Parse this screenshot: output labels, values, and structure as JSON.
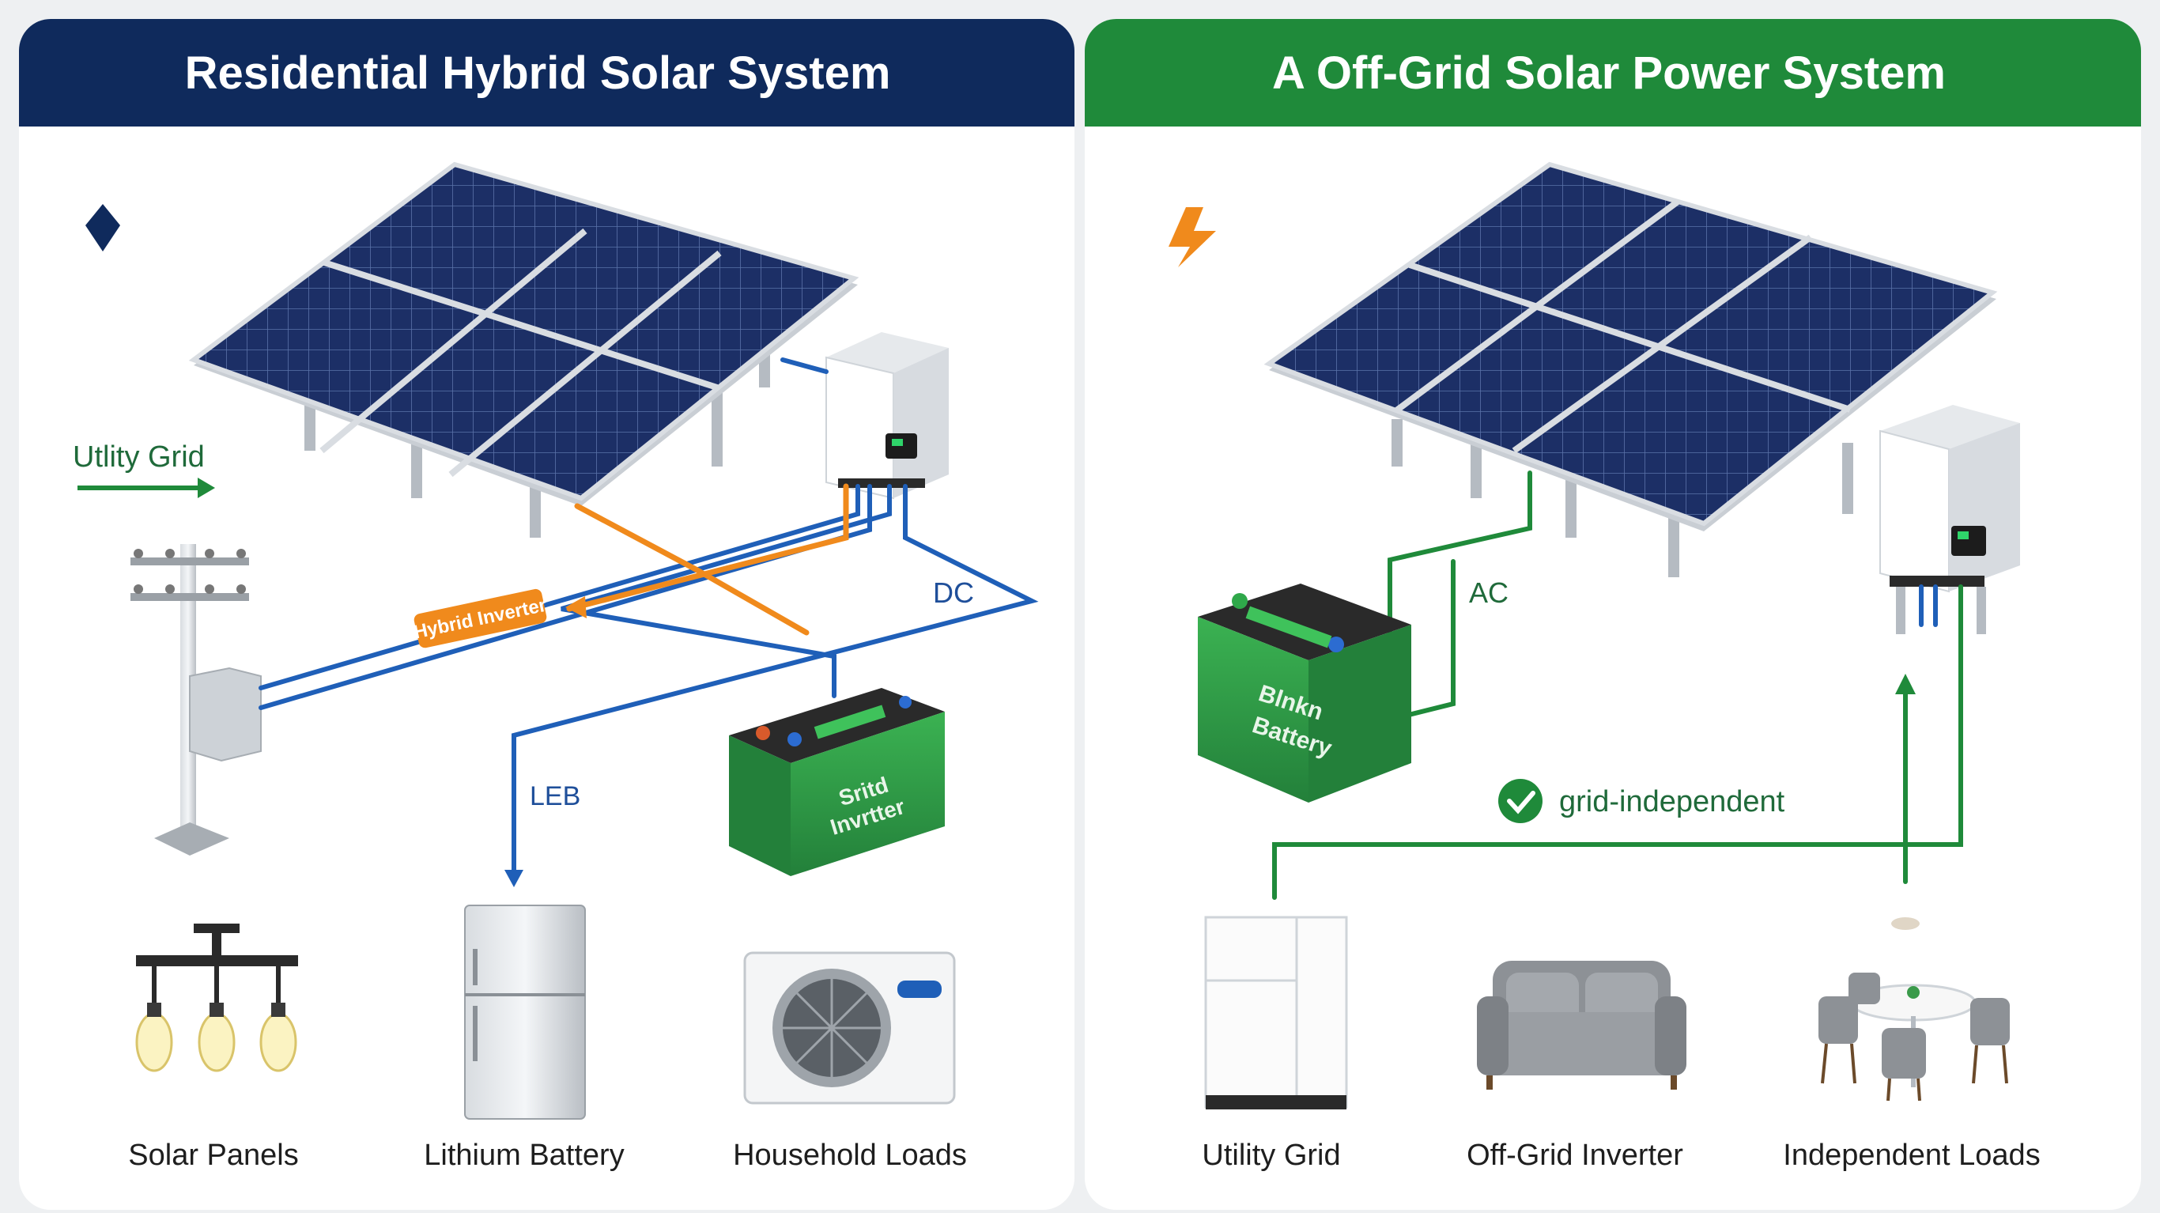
{
  "left_panel": {
    "title": "Residential Hybrid Solar System",
    "header_color": "#0f2a5c",
    "labels": {
      "utility_grid": "Utlity Grid",
      "hybrid_inverter": "Hybrid Inverter",
      "dc": "DC",
      "leb": "LEB",
      "battery_text_1": "Sritd",
      "battery_text_2": "Invrtter"
    },
    "items": [
      {
        "label": "Solar Panels",
        "icon": "pendant-lights"
      },
      {
        "label": "Lithium Battery",
        "icon": "refrigerator"
      },
      {
        "label": "Household Loads",
        "icon": "air-conditioner"
      }
    ]
  },
  "right_panel": {
    "title": "A Off-Grid Solar Power System",
    "header_color": "#1f8a3a",
    "labels": {
      "ac": "AC",
      "grid_independent": "grid-independent",
      "battery_text_1": "Blnkn",
      "battery_text_2": "Battery"
    },
    "items": [
      {
        "label": "Utility Grid",
        "icon": "refrigerator"
      },
      {
        "label": "Off-Grid Inverter",
        "icon": "sofa"
      },
      {
        "label": "Independent Loads",
        "icon": "dining-set"
      }
    ]
  },
  "colors": {
    "blue_line": "#1f5fb8",
    "orange_line": "#f08a1c",
    "green_line": "#1f8a3a",
    "panel_cell": "#1c2f66",
    "battery_green": "#2f9a45"
  }
}
